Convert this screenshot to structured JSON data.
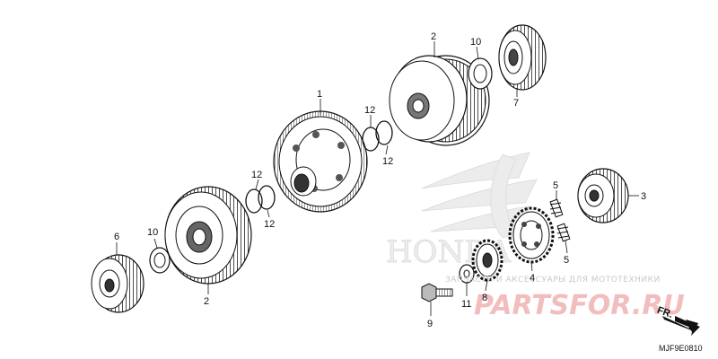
{
  "callouts": {
    "c1": "1",
    "c2a": "2",
    "c2b": "2",
    "c3": "3",
    "c4": "4",
    "c5a": "5",
    "c5b": "5",
    "c6": "6",
    "c7": "7",
    "c8": "8",
    "c9": "9",
    "c10a": "10",
    "c10b": "10",
    "c11": "11",
    "c12a": "12",
    "c12b": "12",
    "c12c": "12",
    "c12d": "12"
  },
  "direction_label": "FR.",
  "diagram_code": "MJF9E0810",
  "watermark": {
    "tagline": "ЗАПЧАСТИ И АКСЕССУАРЫ ДЛЯ МОТОТЕХНИКИ",
    "brand": "PARTSFOR.RU",
    "logo_word": "HONDA"
  }
}
